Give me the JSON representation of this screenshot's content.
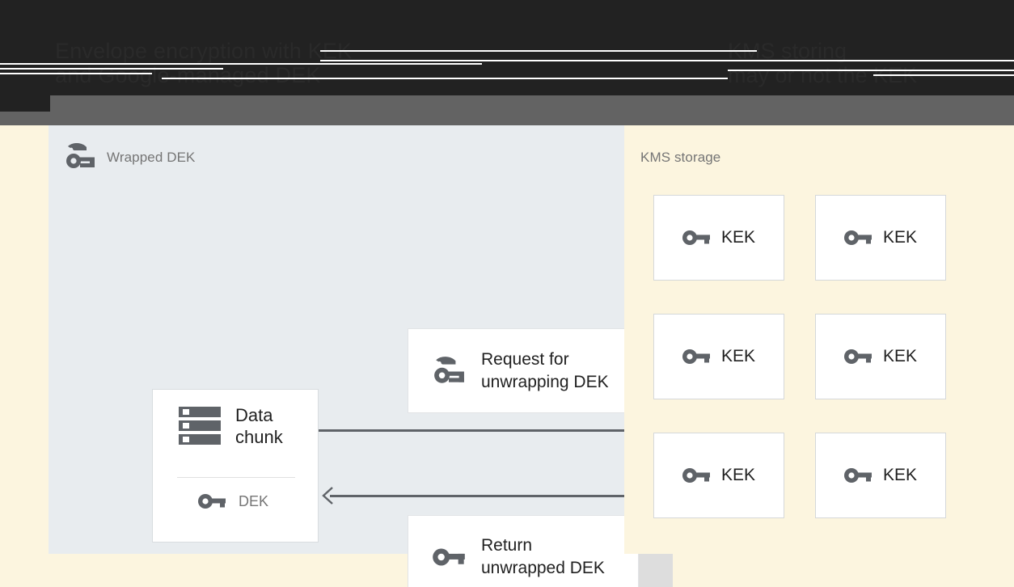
{
  "window": {
    "header_title_left": "Envelope encryption with KEK\nand Google-managed DEK",
    "header_title_right": "KMS storing\nmay or not the KEK"
  },
  "left_panel": {
    "title": "Wrapped DEK",
    "title_icon": "wrapped-key-icon",
    "background_color": "#E8ECEF",
    "data_card": {
      "icon": "server-stack-icon",
      "label": "Data\nchunk",
      "key_icon": "key-icon",
      "key_label": "DEK"
    },
    "messages": [
      {
        "icon": "wrapped-key-icon",
        "label": "Request for\nunwrapping DEK",
        "direction": "right"
      },
      {
        "icon": "key-icon",
        "label": "Return\nunwrapped DEK",
        "direction": "left"
      }
    ]
  },
  "right_panel": {
    "title": "KMS storage",
    "background_color": "#FCF5DF",
    "keys": [
      {
        "icon": "key-icon",
        "label": "KEK"
      },
      {
        "icon": "key-icon",
        "label": "KEK"
      },
      {
        "icon": "key-icon",
        "label": "KEK"
      },
      {
        "icon": "key-icon",
        "label": "KEK"
      },
      {
        "icon": "key-icon",
        "label": "KEK"
      },
      {
        "icon": "key-icon",
        "label": "KEK"
      }
    ]
  },
  "colors": {
    "topbar_dark": "#222222",
    "topbar_gray": "#636363",
    "panel_blue_gray": "#E8ECEF",
    "page_cream": "#FCF5DF",
    "icon_gray": "#5f6368",
    "card_shadow": "#DDDDDD",
    "text_primary": "#212121",
    "text_secondary": "#757575"
  }
}
